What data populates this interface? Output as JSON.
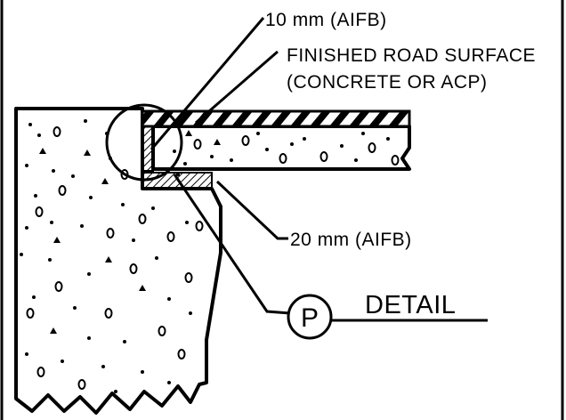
{
  "drawing": {
    "labels": {
      "joint_top": "10 mm (AIFB)",
      "surface_line1": "FINISHED ROAD SURFACE",
      "surface_line2": "(CONCRETE OR ACP)",
      "joint_bottom": "20 mm (AIFB)",
      "detail_marker": "P",
      "detail_title": "DETAIL"
    },
    "colors": {
      "ink": "#000000",
      "paper": "#ffffff"
    }
  }
}
